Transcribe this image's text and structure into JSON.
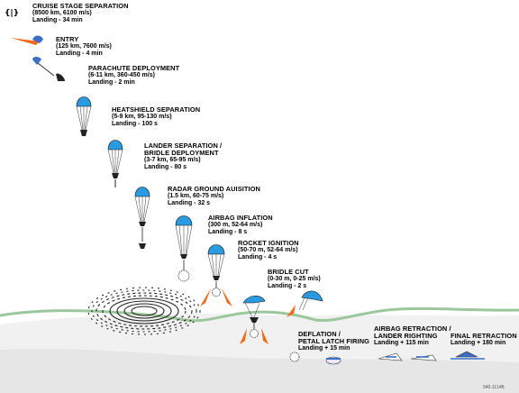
{
  "stages": [
    {
      "id": "cruise",
      "title": "CRUISE STAGE SEPARATION",
      "details": [
        "(8500 km, 6100 m/s)",
        "Landing - 34 min"
      ]
    },
    {
      "id": "entry",
      "title": "ENTRY",
      "details": [
        "(125 km, 7600 m/s)",
        "Landing - 4 min"
      ]
    },
    {
      "id": "parachute",
      "title": "PARACHUTE DEPLOYMENT",
      "details": [
        "(6-11 km, 360-450 m/s)",
        "Landing - 2 min"
      ]
    },
    {
      "id": "heatshield",
      "title": "HEATSHIELD SEPARATION",
      "details": [
        "(5-9 km, 95-130 m/s)",
        "Landing - 100 s"
      ]
    },
    {
      "id": "lander",
      "title": "LANDER SEPARATION /",
      "title2": "BRIDLE DEPLOYMENT",
      "details": [
        "(3-7 km, 65-95 m/s)",
        "Landing - 80 s"
      ]
    },
    {
      "id": "radar",
      "title": "RADAR GROUND AUISITION",
      "details": [
        "(1.5 km, 60-75 m/s)",
        "Landing - 32 s"
      ]
    },
    {
      "id": "airbag",
      "title": "AIRBAG INFLATION",
      "details": [
        "(300 m, 52-64 m/s)",
        "Landing - 8 s"
      ]
    },
    {
      "id": "rocket",
      "title": "ROCKET IGNITION",
      "details": [
        "(50-70 m, 52-64 m/s)",
        "Landing - 4 s"
      ]
    },
    {
      "id": "bridle",
      "title": "BRIDLE CUT",
      "details": [
        "(0-30 m, 0-25 m/s)",
        "Landing - 2 s"
      ]
    },
    {
      "id": "deflation",
      "title": "DEFLATION /",
      "title2": "PETAL LATCH FIRING",
      "details": [
        "Landing + 15 min"
      ]
    },
    {
      "id": "retraction",
      "title": "AIRBAG RETRACTION /",
      "title2": "LANDER RIGHTING",
      "details": [
        "Landing + 115 min"
      ]
    },
    {
      "id": "final",
      "title": "FINAL RETRACTION",
      "details": [
        "Landing + 180 min"
      ]
    }
  ],
  "credit": "940-1114B",
  "colors": {
    "canopy": "#2a9be0",
    "flame": "#f26a1a",
    "ground": "#9cc79c",
    "spacecraft": "#3a6fc4"
  },
  "icons": [
    "cruise-stage-icon",
    "entry-capsule-icon",
    "parachute-icon",
    "rocket-flame-icon",
    "airbag-icon",
    "radar-wave-icon",
    "lander-icon"
  ]
}
